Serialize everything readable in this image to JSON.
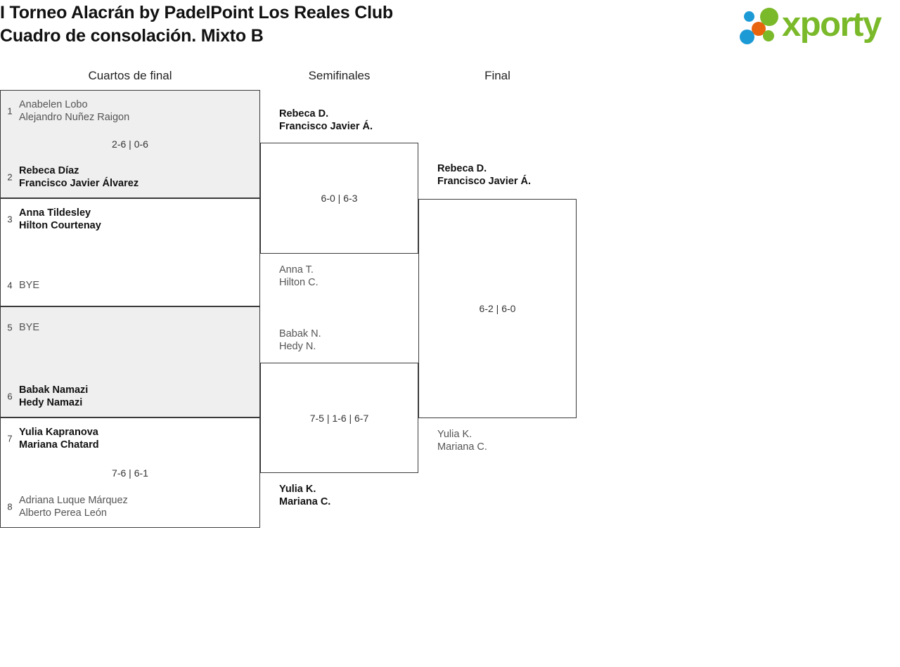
{
  "header": {
    "title_line1": "I Torneo Alacrán by PadelPoint Los Reales Club",
    "title_line2": "Cuadro de consolación. Mixto B",
    "logo": {
      "wordmark": "xporty",
      "icon_name": "xporty-dots-logo",
      "colors": {
        "green": "#7ab929",
        "blue": "#1b9ad6",
        "orange": "#e8650d"
      }
    }
  },
  "rounds": [
    {
      "label": "Cuartos de final"
    },
    {
      "label": "Semifinales"
    },
    {
      "label": "Final"
    }
  ],
  "bracket": {
    "quarterfinals": [
      {
        "score": "2-6 | 0-6",
        "top": {
          "seed": "1",
          "player1": "Anabelen Lobo",
          "player2": "Alejandro Nuñez Raigon",
          "result": "loser"
        },
        "bottom": {
          "seed": "2",
          "player1": "Rebeca Díaz",
          "player2": "Francisco Javier Álvarez",
          "result": "winner"
        }
      },
      {
        "score": "",
        "top": {
          "seed": "3",
          "player1": "Anna Tildesley",
          "player2": "Hilton Courtenay",
          "result": "winner"
        },
        "bottom": {
          "seed": "4",
          "player1": "BYE",
          "player2": "",
          "result": "loser"
        }
      },
      {
        "score": "",
        "top": {
          "seed": "5",
          "player1": "BYE",
          "player2": "",
          "result": "loser"
        },
        "bottom": {
          "seed": "6",
          "player1": "Babak Namazi",
          "player2": "Hedy Namazi",
          "result": "winner"
        }
      },
      {
        "score": "7-6 | 6-1",
        "top": {
          "seed": "7",
          "player1": "Yulia Kapranova",
          "player2": "Mariana Chatard",
          "result": "winner"
        },
        "bottom": {
          "seed": "8",
          "player1": "Adriana Luque Márquez",
          "player2": "Alberto Perea León",
          "result": "loser"
        }
      }
    ],
    "semifinals": [
      {
        "score": "6-0 | 6-3",
        "top": {
          "seed": "",
          "player1": "Rebeca D.",
          "player2": "Francisco Javier Á.",
          "result": "winner"
        },
        "bottom": {
          "seed": "",
          "player1": "Anna T.",
          "player2": "Hilton C.",
          "result": "loser"
        }
      },
      {
        "score": "7-5 | 1-6 | 6-7",
        "top": {
          "seed": "",
          "player1": "Babak N.",
          "player2": "Hedy N.",
          "result": "loser"
        },
        "bottom": {
          "seed": "",
          "player1": "Yulia K.",
          "player2": "Mariana C.",
          "result": "winner"
        }
      }
    ],
    "final": [
      {
        "score": "6-2 | 6-0",
        "top": {
          "seed": "",
          "player1": "Rebeca D.",
          "player2": "Francisco Javier Á.",
          "result": "winner"
        },
        "bottom": {
          "seed": "",
          "player1": "Yulia K.",
          "player2": "Mariana C.",
          "result": "loser"
        }
      }
    ]
  }
}
